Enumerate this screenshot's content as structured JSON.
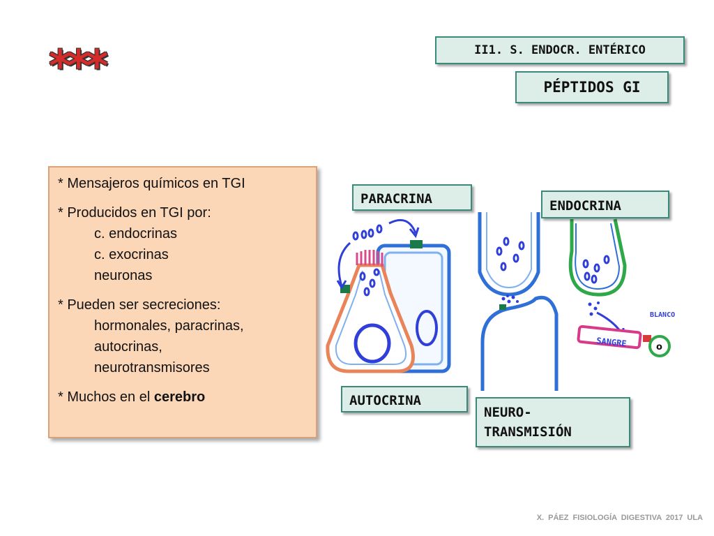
{
  "header": {
    "stars": "***",
    "section": "II1. S. ENDOCR. ENTÉRICO",
    "title": "PÉPTIDOS GI"
  },
  "info": {
    "item1": "* Mensajeros químicos en TGI",
    "item2": "* Producidos en  TGI  por:",
    "producers": [
      "c. endocrinas",
      "c. exocrinas",
      "neuronas"
    ],
    "item3": "* Pueden ser secreciones:",
    "secretions": [
      "hormonales, paracrinas,",
      "autocrinas,",
      "neurotransmisores"
    ],
    "item4_prefix": "* Muchos en el ",
    "item4_bold": "cerebro"
  },
  "labels": {
    "paracrina": "PARACRINA",
    "endocrina": "ENDOCRINA",
    "autocrina": "AUTOCRINA",
    "neuro_line1": "NEURO-",
    "neuro_line2": "TRANSMISIÓN"
  },
  "diagram": {
    "blanco": "BLANCO",
    "sangre": "SANGRE",
    "target_cell": "o"
  },
  "footer": "X. PÁEZ   FISIOLOGÍA DIGESTIVA 2017   ULA",
  "colors": {
    "accent_border": "#3a8a7a",
    "tag_fill": "#ddeee8",
    "box_fill": "#fbd7b8",
    "stars": "#d42b2b"
  }
}
